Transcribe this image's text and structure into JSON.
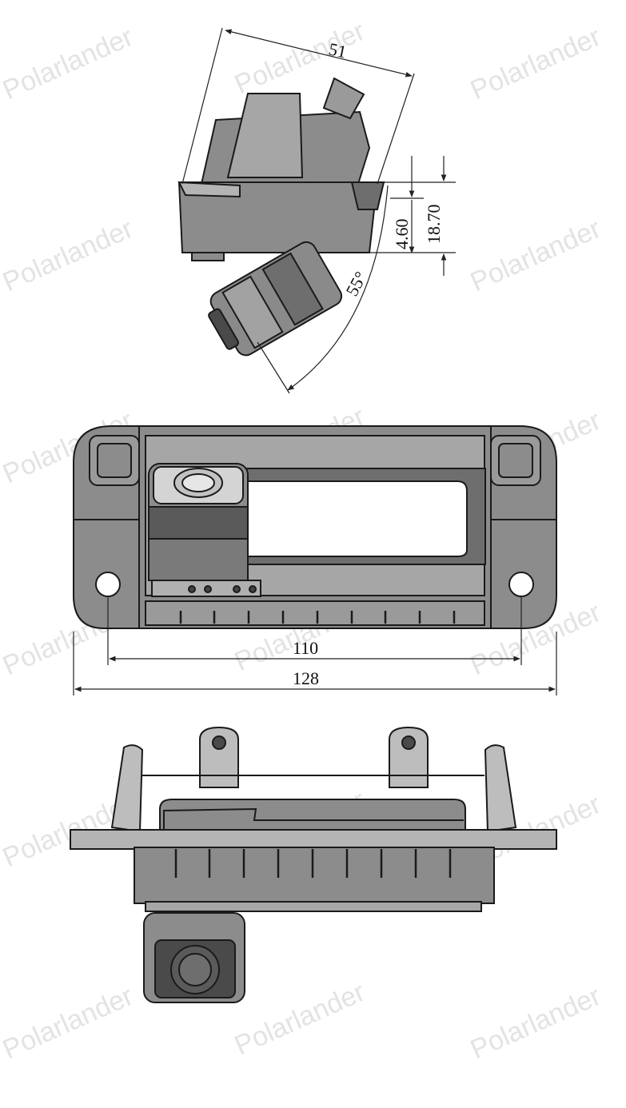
{
  "watermark": {
    "text": "Polarlander"
  },
  "dimensions": {
    "width_side": "51",
    "offset_small": "4.60",
    "offset_large": "18.70",
    "angle": "55°",
    "hole_spacing": "110",
    "overall_width": "128"
  },
  "colors": {
    "body_gray": "#8c8c8c",
    "dark_gray": "#5a5a5a",
    "light_gray": "#bdbdbd",
    "line": "#1a1a1a"
  }
}
